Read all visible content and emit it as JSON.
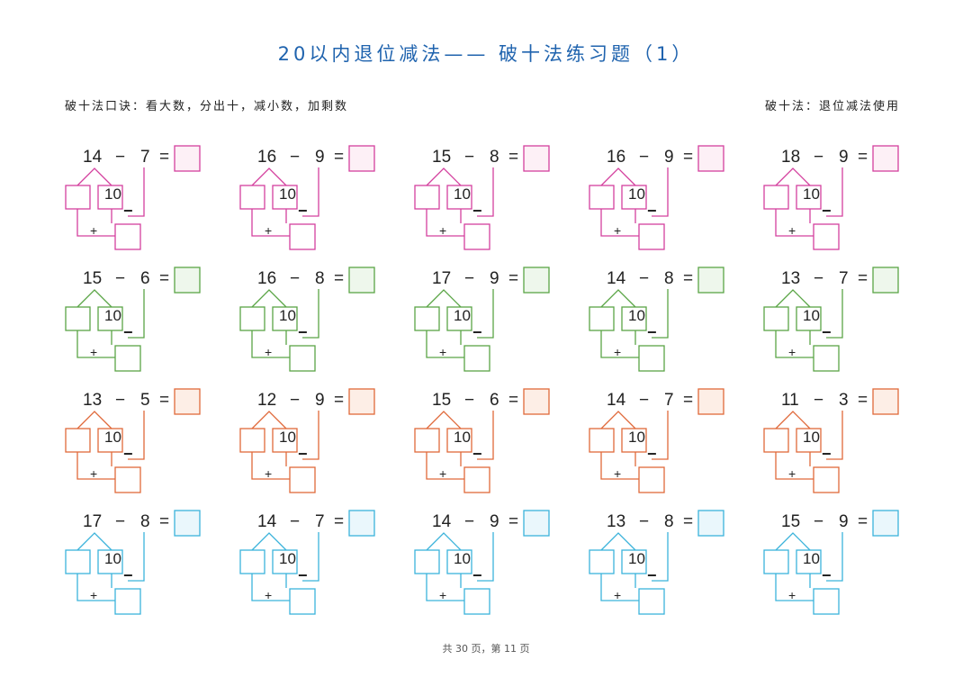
{
  "title": "20以内退位减法—— 破十法练习题（1）",
  "mnemonic": "破十法口诀：看大数，分出十，减小数，加剩数",
  "method_label": "破十法：退位减法使用",
  "footer": "共 30 页，第 11 页",
  "colors": {
    "title": "#1f63ae",
    "rows": [
      {
        "line": "#d4409e",
        "fill": "#fdf0f6"
      },
      {
        "line": "#5aa546",
        "fill": "#eef7ec"
      },
      {
        "line": "#e0693a",
        "fill": "#fdeee6"
      },
      {
        "line": "#3bb3db",
        "fill": "#eaf7fc"
      }
    ]
  },
  "symbols": {
    "minus": "−",
    "equals": "=",
    "ten": "10",
    "plus": "+",
    "subtract_mark": "−"
  },
  "problems": [
    [
      {
        "a": "14",
        "b": "7"
      },
      {
        "a": "16",
        "b": "9"
      },
      {
        "a": "15",
        "b": "8"
      },
      {
        "a": "16",
        "b": "9"
      },
      {
        "a": "18",
        "b": "9"
      }
    ],
    [
      {
        "a": "15",
        "b": "6"
      },
      {
        "a": "16",
        "b": "8"
      },
      {
        "a": "17",
        "b": "9"
      },
      {
        "a": "14",
        "b": "8"
      },
      {
        "a": "13",
        "b": "7"
      }
    ],
    [
      {
        "a": "13",
        "b": "5"
      },
      {
        "a": "12",
        "b": "9"
      },
      {
        "a": "15",
        "b": "6"
      },
      {
        "a": "14",
        "b": "7"
      },
      {
        "a": "11",
        "b": "3"
      }
    ],
    [
      {
        "a": "17",
        "b": "8"
      },
      {
        "a": "14",
        "b": "7"
      },
      {
        "a": "14",
        "b": "9"
      },
      {
        "a": "13",
        "b": "8"
      },
      {
        "a": "15",
        "b": "9"
      }
    ]
  ]
}
